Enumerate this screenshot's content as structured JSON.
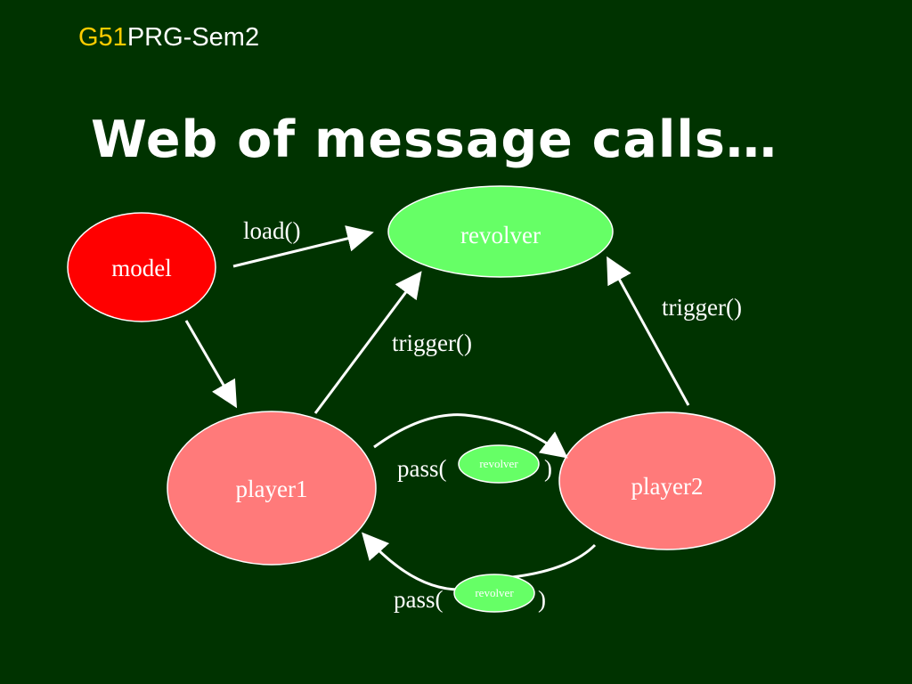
{
  "header": {
    "prefix": "G51",
    "rest": "PRG-Sem2"
  },
  "title": "Web of message calls…",
  "colors": {
    "background": "#003300",
    "model_fill": "#ff0000",
    "revolver_fill": "#66ff66",
    "player_fill": "#ff7a7a",
    "accent": "#ffcc00",
    "arrow": "#ffffff"
  },
  "nodes": {
    "model": "model",
    "revolver": "revolver",
    "player1": "player1",
    "player2": "player2"
  },
  "messages": {
    "load": "load()",
    "trigger_left": "trigger()",
    "trigger_right": "trigger()",
    "pass_top_open": "pass(",
    "pass_top_close": ")",
    "pass_top_chip": "revolver",
    "pass_bottom_open": "pass(",
    "pass_bottom_close": ")",
    "pass_bottom_chip": "revolver"
  }
}
